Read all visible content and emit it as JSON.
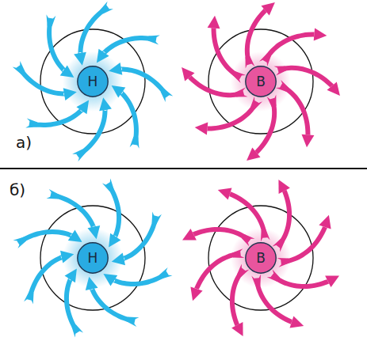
{
  "diagram": {
    "nodes": [
      {
        "text": [
          "Н"
        ]
      },
      {
        "text": [
          "В"
        ]
      },
      {
        "text": [
          "Н"
        ]
      },
      {
        "text": [
          "В"
        ]
      }
    ],
    "labels": [
      "а)",
      "б)"
    ]
  }
}
